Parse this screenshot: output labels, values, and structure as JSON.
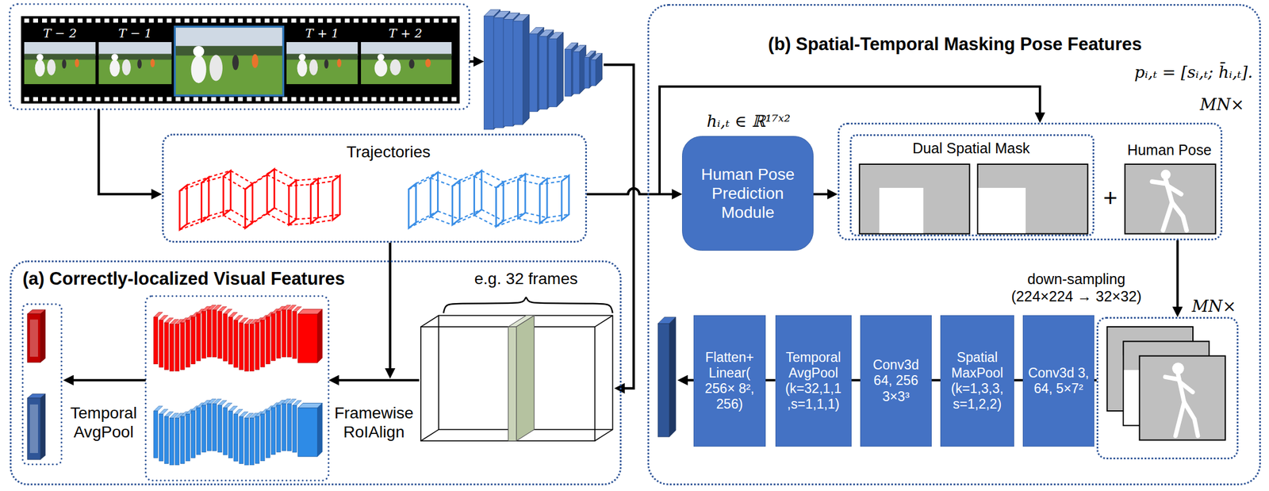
{
  "diagram": {
    "nodes": [
      {
        "text": [
          "Trajectories"
        ]
      },
      {
        "text": [
          "(a) Correctly-localized Visual Features"
        ]
      },
      {
        "text": [
          "(b) Spatial-Temporal Masking Pose Features"
        ]
      },
      {
        "text": [
          "Human Pose Prediction Module"
        ],
        "in": 2
      },
      {
        "text": [
          "MN×",
          "Human Pose"
        ],
        "in": 2
      },
      {
        "text": [
          "Dual Spatial Mask"
        ],
        "in": 4
      },
      {
        "text": [
          "MN×"
        ],
        "in": 2
      },
      {
        "text": [
          "Flatten+ Linear( 256× 8², 256)"
        ],
        "in": 2
      },
      {
        "text": [
          "Temporal AvgPool (k=32,1,1 ,s=1,1,1)"
        ],
        "in": 2
      },
      {
        "text": [
          "Conv3d 64, 256 3×3³"
        ],
        "in": 2
      },
      {
        "text": [
          "Spatial MaxPool (k=1,3,3, s=1,2,2)"
        ],
        "in": 2
      },
      {
        "text": [
          "Conv3d 3, 64, 5×7²"
        ],
        "in": 2
      }
    ],
    "edges": [
      {
        "from": 0,
        "to": 3,
        "arrow": "to"
      },
      {
        "from": 0,
        "to": 4,
        "arrow": "to"
      },
      {
        "from": 3,
        "to": 4,
        "arrow": "to"
      },
      {
        "from": 4,
        "to": 6,
        "label": "down-sampling (224×224 → 32×32)",
        "arrow": "to"
      },
      {
        "from": 6,
        "to": 11,
        "arrow": "none"
      },
      {
        "from": 11,
        "to": 10,
        "arrow": "none"
      },
      {
        "from": 10,
        "to": 9,
        "arrow": "none"
      },
      {
        "from": 9,
        "to": 8,
        "arrow": "none"
      },
      {
        "from": 8,
        "to": 7,
        "arrow": "none"
      }
    ],
    "labels": [
      "T − 2",
      "T − 1",
      "T + 1",
      "T + 2",
      "e.g. 32 frames",
      "Framewise RoIAlign",
      "Temporal AvgPool",
      "pᵢ,ₜ = [sᵢ,ₜ; h̄ᵢ,ₜ].",
      "hᵢ,ₜ ∈ ℝ¹⁷ˣ²",
      "+"
    ]
  }
}
